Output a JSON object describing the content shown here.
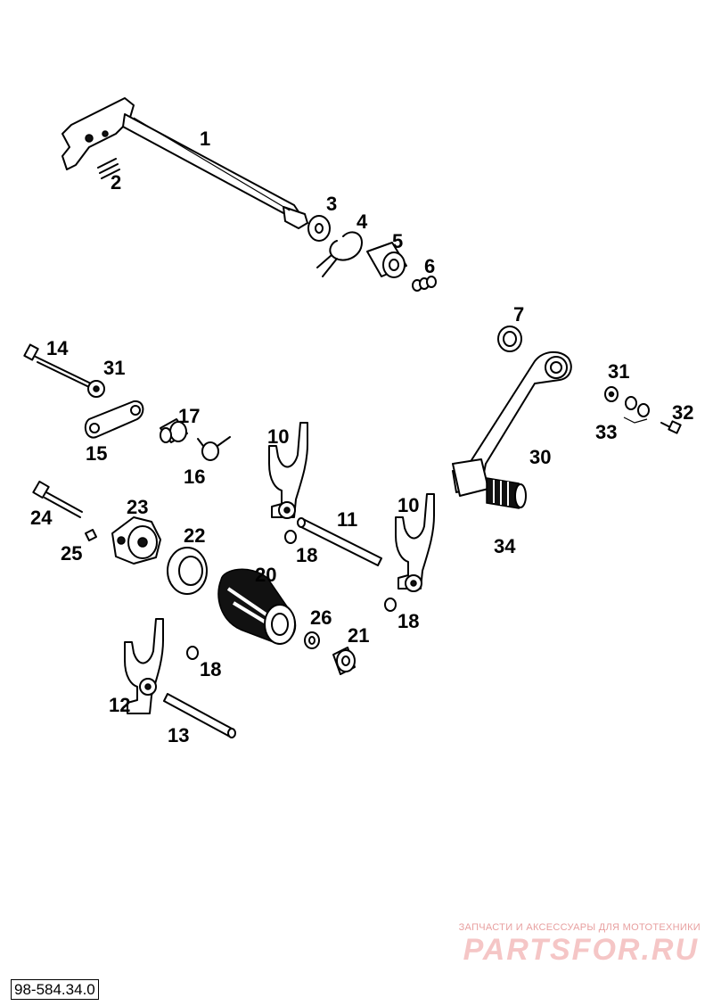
{
  "diagram": {
    "callouts": {
      "c1": "1",
      "c2": "2",
      "c3": "3",
      "c4": "4",
      "c5": "5",
      "c6": "6",
      "c7": "7",
      "c10a": "10",
      "c10b": "10",
      "c11": "11",
      "c12": "12",
      "c13": "13",
      "c14": "14",
      "c15": "15",
      "c16": "16",
      "c17": "17",
      "c18a": "18",
      "c18b": "18",
      "c18c": "18",
      "c20": "20",
      "c21": "21",
      "c22": "22",
      "c23": "23",
      "c24": "24",
      "c25": "25",
      "c26": "26",
      "c30": "30",
      "c31a": "31",
      "c31b": "31",
      "c32": "32",
      "c33": "33",
      "c34": "34"
    },
    "drawing_number": "98-584.34.0"
  },
  "watermark": {
    "tagline": "ЗАПЧАСТИ И АКСЕССУАРЫ ДЛЯ МОТОТЕХНИКИ",
    "logo": "PARTSFOR.RU"
  }
}
